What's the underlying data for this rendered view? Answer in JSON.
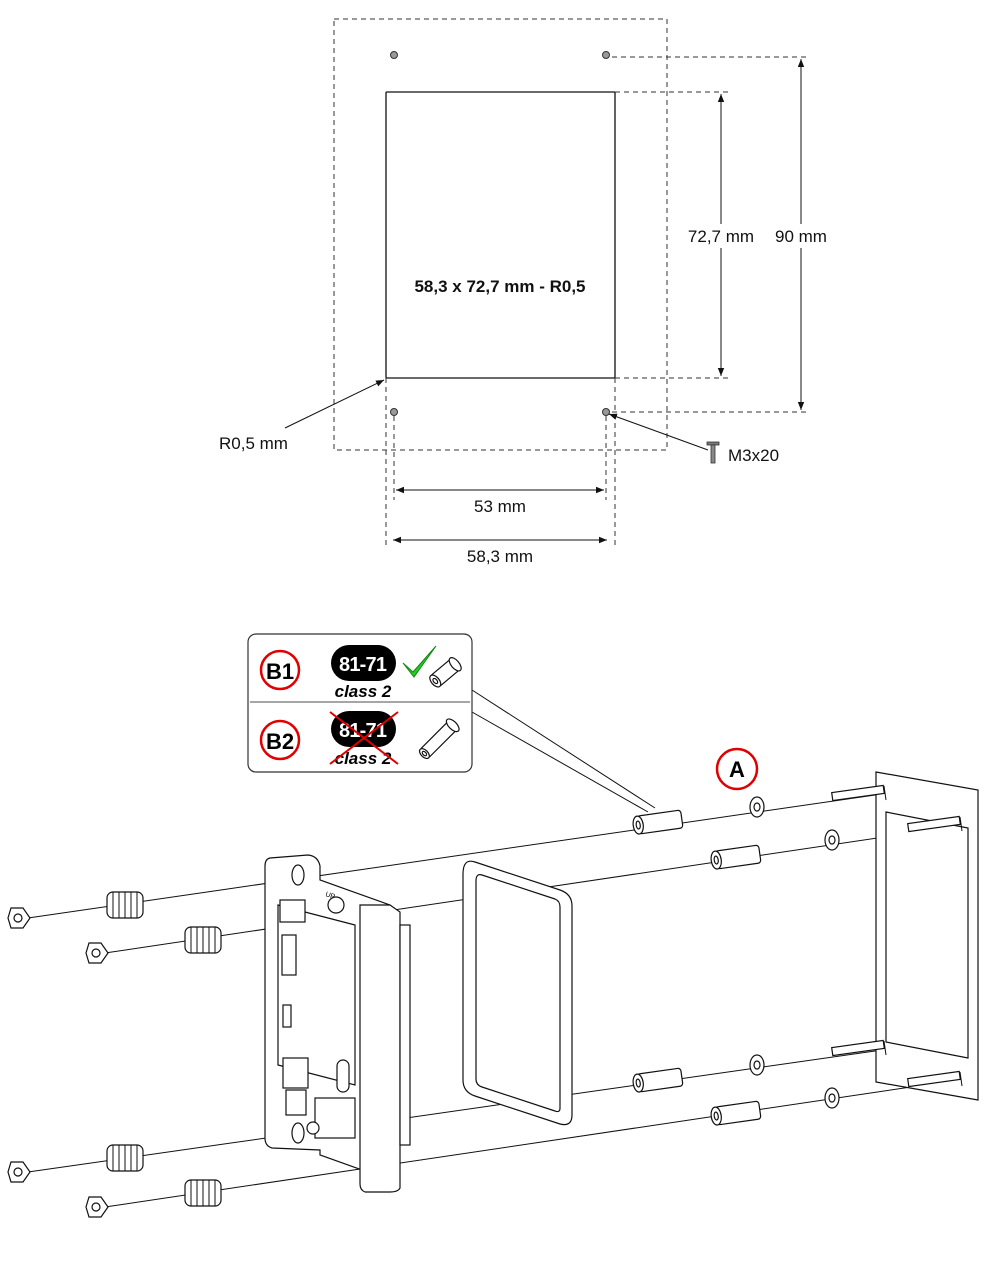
{
  "cutout_drawing": {
    "cutout_label": "58,3 x 72,7 mm - R0,5",
    "height_inner": "72,7 mm",
    "height_outer": "90 mm",
    "width_holes": "53 mm",
    "width_cutout": "58,3 mm",
    "radius_label": "R0,5 mm",
    "screw_label": "M3x20"
  },
  "assembly": {
    "callout_a": "A",
    "device_marking": "UP",
    "callout_box": {
      "b1": {
        "label": "B1",
        "badge": "81-71",
        "class": "class 2",
        "status": "ok"
      },
      "b2": {
        "label": "B2",
        "badge": "81-71",
        "class": "class 2",
        "status": "not-ok"
      }
    }
  },
  "colors": {
    "panel": "#e6e6e6",
    "badge": "#000000",
    "callout_red": "#e00000",
    "check_green": "#22cc22"
  }
}
